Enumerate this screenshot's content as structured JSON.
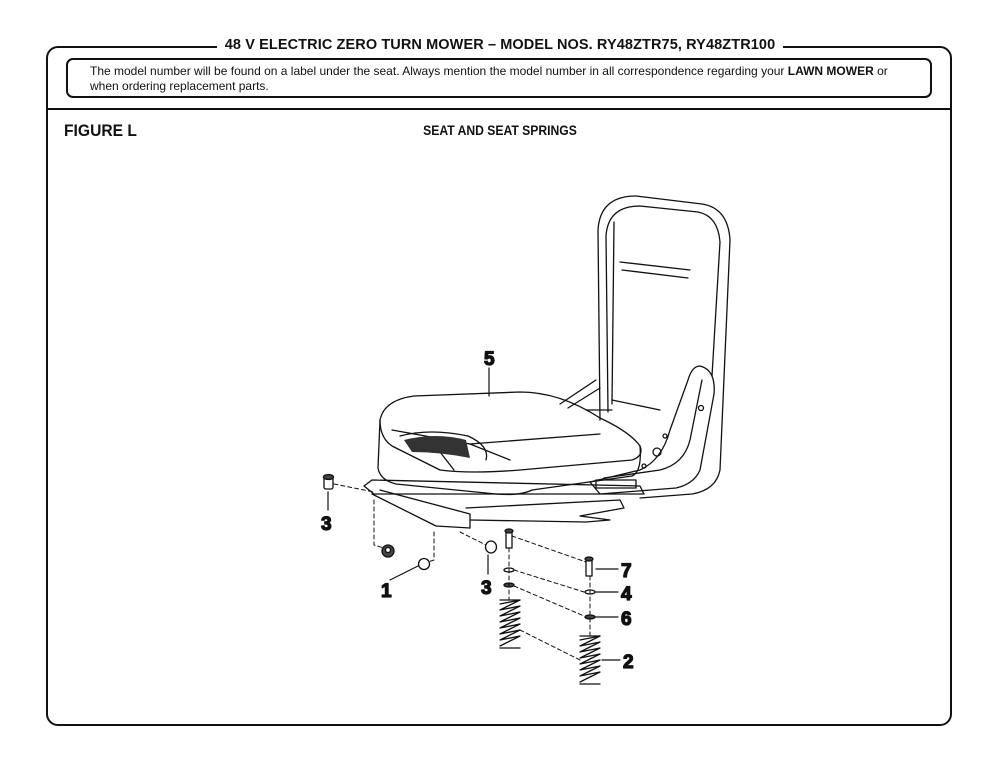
{
  "header": {
    "title": "48 V ELECTRIC ZERO TURN MOWER – MODEL NOS. RY48ZTR75, RY48ZTR100",
    "notice_before": "The model number will be found on a label under the seat. Always mention the model number in all correspondence regarding your ",
    "notice_bold": "LAWN MOWER",
    "notice_after": " or when ordering replacement parts."
  },
  "figure": {
    "label": "FIGURE L",
    "title": "SEAT AND SEAT SPRINGS"
  },
  "callouts": {
    "seat": "5",
    "bolt": "7",
    "washer": "4",
    "bushing_spacer": "6",
    "spring": "2",
    "pin_left": "3",
    "pin_right": "3",
    "bushing": "1"
  }
}
